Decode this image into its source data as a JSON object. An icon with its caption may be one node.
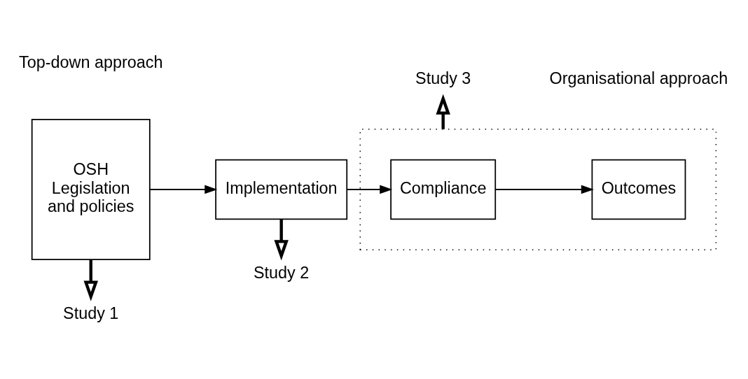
{
  "diagram": {
    "nodes": [
      {
        "text": [
          "OSH Legislation and policies"
        ]
      },
      {
        "text": [
          "Implementation"
        ]
      },
      {
        "text": [],
        "shape": "box"
      },
      {
        "text": [
          "Compliance"
        ],
        "in": 2
      },
      {
        "text": [
          "Outcomes"
        ],
        "in": 2
      },
      {
        "text": [
          "Study 1"
        ]
      },
      {
        "text": [
          "Study 2"
        ]
      },
      {
        "text": [
          "Study 3"
        ]
      }
    ],
    "edges": [
      {
        "from": 0,
        "to": 1,
        "arrow": "to"
      },
      {
        "from": 1,
        "to": 3,
        "arrow": "to"
      },
      {
        "from": 3,
        "to": 4,
        "arrow": "to"
      },
      {
        "from": 0,
        "to": 5,
        "arrow": "to",
        "style": "thick"
      },
      {
        "from": 1,
        "to": 6,
        "arrow": "to",
        "style": "thick"
      },
      {
        "from": 2,
        "to": 7,
        "arrow": "to",
        "style": "thick"
      }
    ],
    "labels": [
      "Top-down approach",
      "Organisational approach"
    ]
  }
}
